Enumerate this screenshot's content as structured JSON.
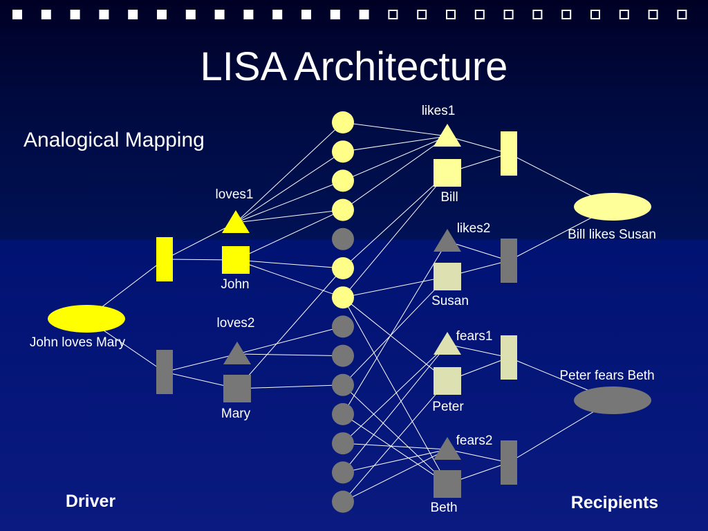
{
  "slide": {
    "title": "LISA Architecture",
    "subtitle": "Analogical Mapping",
    "driver_label": "Driver",
    "recipients_label": "Recipients"
  },
  "driver": {
    "proposition": "John loves Mary",
    "roles": {
      "loves1": "loves1",
      "loves2": "loves2"
    },
    "objects": {
      "john": "John",
      "mary": "Mary"
    }
  },
  "recipients": {
    "bill_likes_susan": {
      "proposition": "Bill likes Susan",
      "roles": {
        "likes1": "likes1",
        "likes2": "likes2"
      },
      "objects": {
        "bill": "Bill",
        "susan": "Susan"
      }
    },
    "peter_fears_beth": {
      "proposition": "Peter fears Beth",
      "roles": {
        "fears1": "fears1",
        "fears2": "fears2"
      },
      "objects": {
        "peter": "Peter",
        "beth": "Beth"
      }
    }
  },
  "semantic_units": {
    "count": 14,
    "states": [
      "active",
      "active",
      "active",
      "active",
      "inactive",
      "active",
      "active",
      "inactive",
      "inactive",
      "inactive",
      "inactive",
      "inactive",
      "inactive",
      "inactive"
    ]
  },
  "colors": {
    "active_fill": "#ffff00",
    "active_semantic_fill": "#ffff88",
    "recipient_active_fill": "#ffff99",
    "recipient_dim_fill": "#dde0b0",
    "inactive_fill": "#777777",
    "line": "#ffffff",
    "text": "#ffffff",
    "header_filled_square": "#ffffff"
  },
  "header_squares": {
    "count": 24,
    "filled": 13
  }
}
